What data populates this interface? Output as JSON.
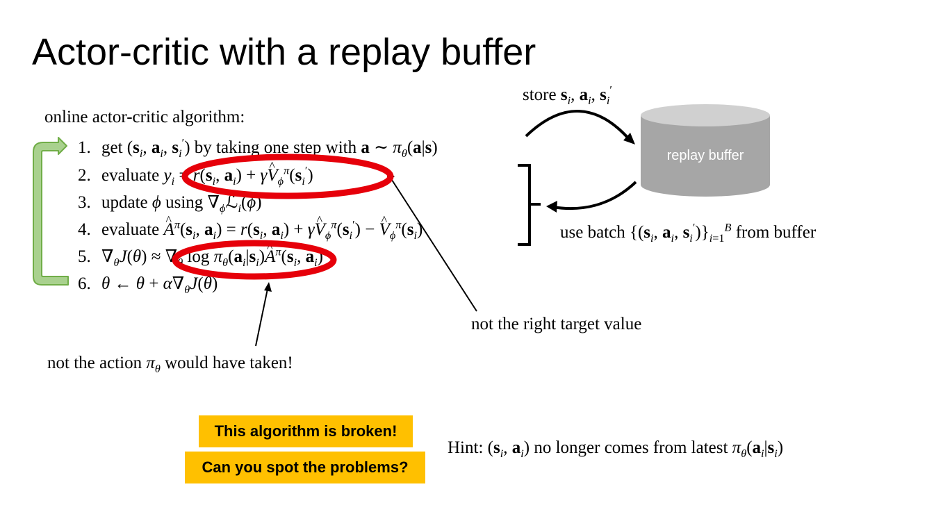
{
  "slide": {
    "title": "Actor-critic with a replay buffer",
    "algo_heading": "online actor-critic algorithm:",
    "steps": [
      {
        "n": "1.",
        "verb": "get",
        "text_mid": "by taking one step with"
      },
      {
        "n": "2.",
        "verb": "evaluate"
      },
      {
        "n": "3.",
        "verb": "update",
        "text_mid": "using"
      },
      {
        "n": "4.",
        "verb": "evaluate"
      },
      {
        "n": "5."
      },
      {
        "n": "6."
      }
    ],
    "store_label": "store",
    "use_batch_prefix": "use batch",
    "use_batch_suffix": "from buffer",
    "replay_buffer_label": "replay buffer",
    "annotation_target": "not the right target value",
    "annotation_action_prefix": "not the action",
    "annotation_action_suffix": "would have taken!",
    "callout_broken": "This algorithm is broken!",
    "callout_spot": "Can you spot the problems?",
    "hint_prefix": "Hint:",
    "hint_mid": "no longer comes from latest"
  },
  "colors": {
    "callout_bg": "#ffc000",
    "ellipse_red": "#e6000a",
    "loop_arrow_fill": "#a9d18e",
    "loop_arrow_stroke": "#70ad47",
    "cylinder_body": "#a6a6a6",
    "cylinder_top": "#d0d0d0"
  },
  "icons": {
    "loop_arrow": "u-turn-arrow-icon",
    "store_arrow": "curved-arrow-right-icon",
    "batch_arrow": "curved-arrow-left-icon",
    "buffer": "database-cylinder-icon"
  }
}
